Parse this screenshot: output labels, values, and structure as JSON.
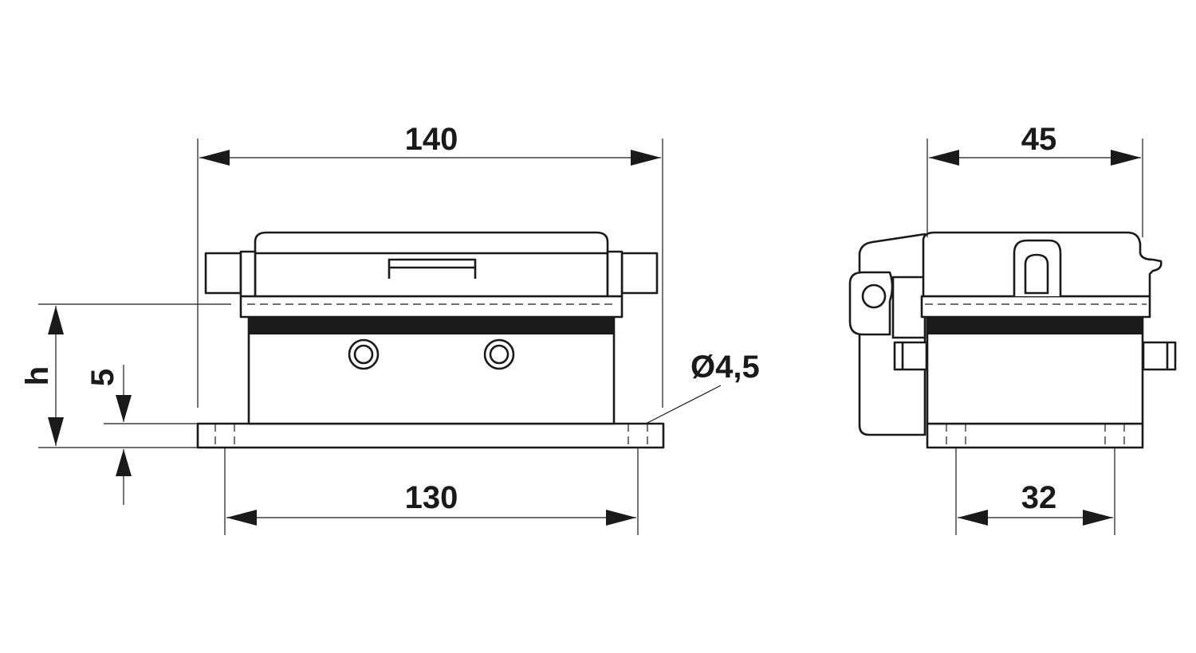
{
  "drawing": {
    "colors": {
      "line": "#1a1a1a",
      "background": "#ffffff"
    },
    "front_view": {
      "dim_width_overall": "140",
      "dim_hole_spacing": "130",
      "dim_height": "h",
      "dim_flange_thickness": "5",
      "dim_hole_diameter": "Ø4,5"
    },
    "side_view": {
      "dim_depth_overall": "45",
      "dim_hole_spacing": "32"
    }
  }
}
